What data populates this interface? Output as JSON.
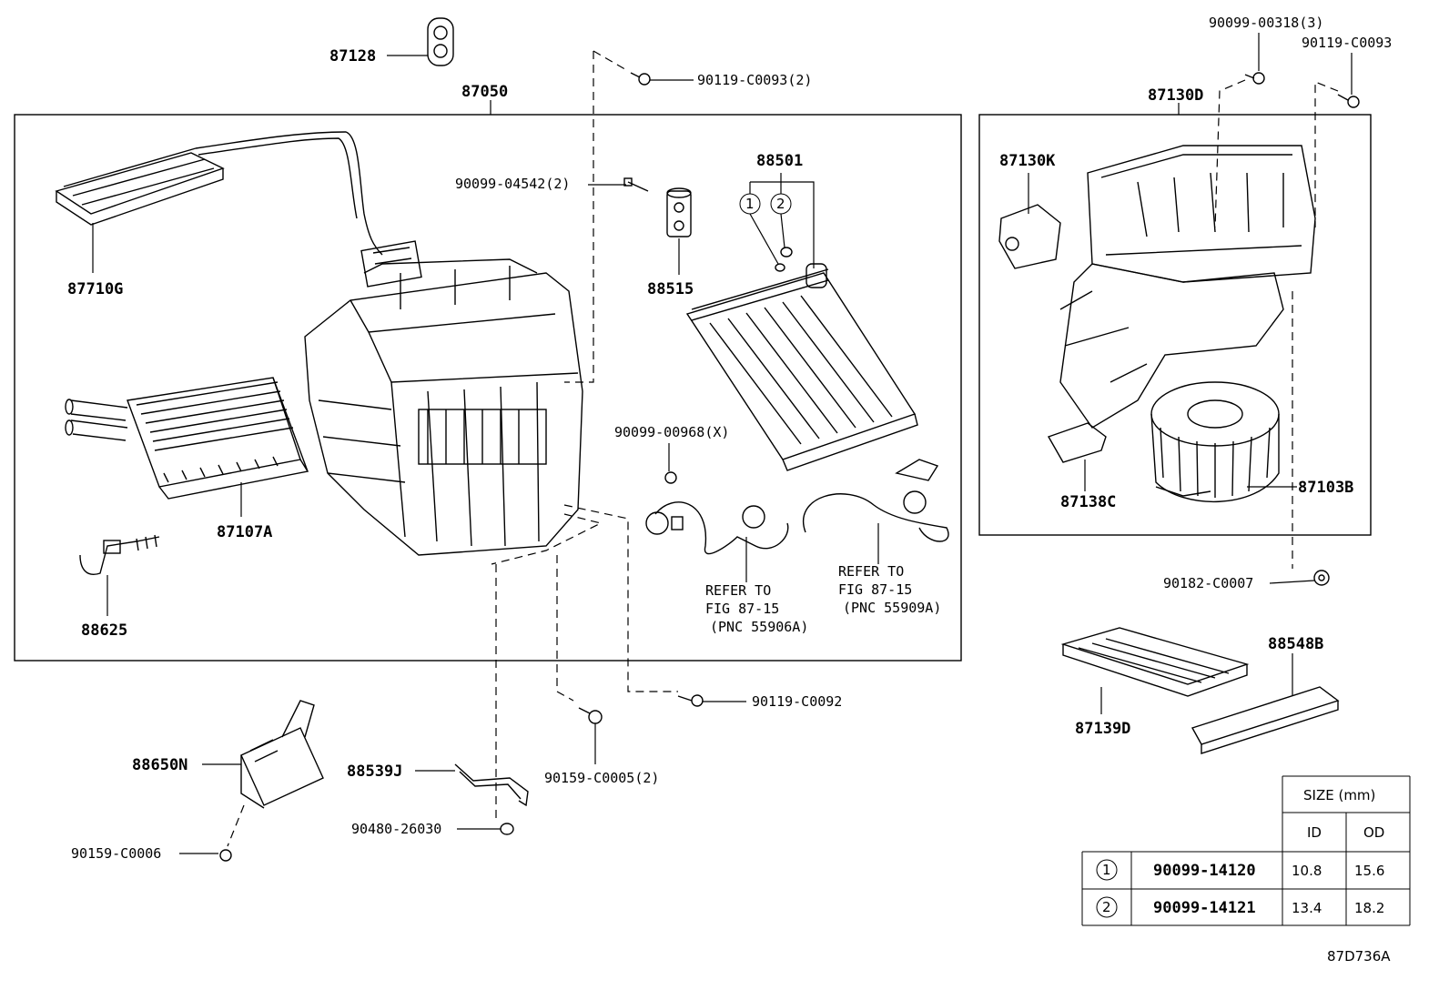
{
  "diagram_id": "87D736A",
  "callouts": {
    "p87128": "87128",
    "p87050": "87050",
    "p90119_c0093_2": "90119-C0093(2)",
    "p90099_04542_2": "90099-04542(2)",
    "p88501": "88501",
    "p87710g": "87710G",
    "p88515": "88515",
    "p90099_00968_x": "90099-00968(X)",
    "p87107a": "87107A",
    "p88625": "88625",
    "p90119_c0092": "90119-C0092",
    "p88650n": "88650N",
    "p88539j": "88539J",
    "p90159_c0005_2": "90159-C0005(2)",
    "p90480_26030": "90480-26030",
    "p90159_c0006": "90159-C0006",
    "p90099_00318_3": "90099-00318(3)",
    "p90119_c0093": "90119-C0093",
    "p87130d": "87130D",
    "p87130k": "87130K",
    "p87138c": "87138C",
    "p87103b": "87103B",
    "p90182_c0007": "90182-C0007",
    "p88548b": "88548B",
    "p87139d": "87139D"
  },
  "circled": {
    "one": "1",
    "two": "2"
  },
  "refer_notes": [
    {
      "line1": "REFER TO",
      "line2": "FIG 87-15",
      "line3": "(PNC 55906A)"
    },
    {
      "line1": "REFER TO",
      "line2": "FIG 87-15",
      "line3": "(PNC 55909A)"
    }
  ],
  "size_table": {
    "header": "SIZE (mm)",
    "col_id": "ID",
    "col_od": "OD",
    "rows": [
      {
        "index": "1",
        "part": "90099-14120",
        "id": "10.8",
        "od": "15.6"
      },
      {
        "index": "2",
        "part": "90099-14121",
        "id": "13.4",
        "od": "18.2"
      }
    ]
  }
}
